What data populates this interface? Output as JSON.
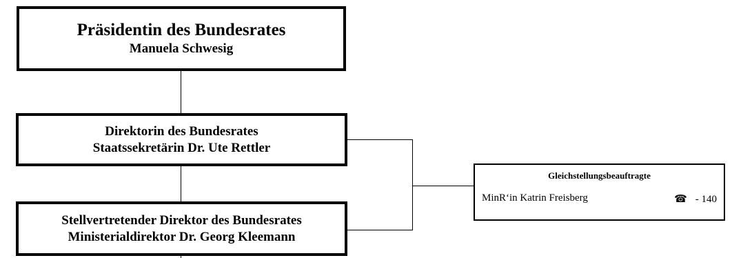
{
  "president": {
    "title": "Präsidentin des Bundesrates",
    "name": "Manuela Schwesig"
  },
  "director": {
    "title": "Direktorin des Bundesrates",
    "name": "Staatssekretärin Dr. Ute Rettler"
  },
  "deputy": {
    "title": "Stellvertretender Direktor des Bundesrates",
    "name": "Ministerialdirektor Dr. Georg Kleemann"
  },
  "equality_officer": {
    "title": "Gleichstellungsbeauftragte",
    "name": "MinR‘in Katrin Freisberg",
    "phone_icon": "telephone-icon",
    "extension": "- 140"
  }
}
